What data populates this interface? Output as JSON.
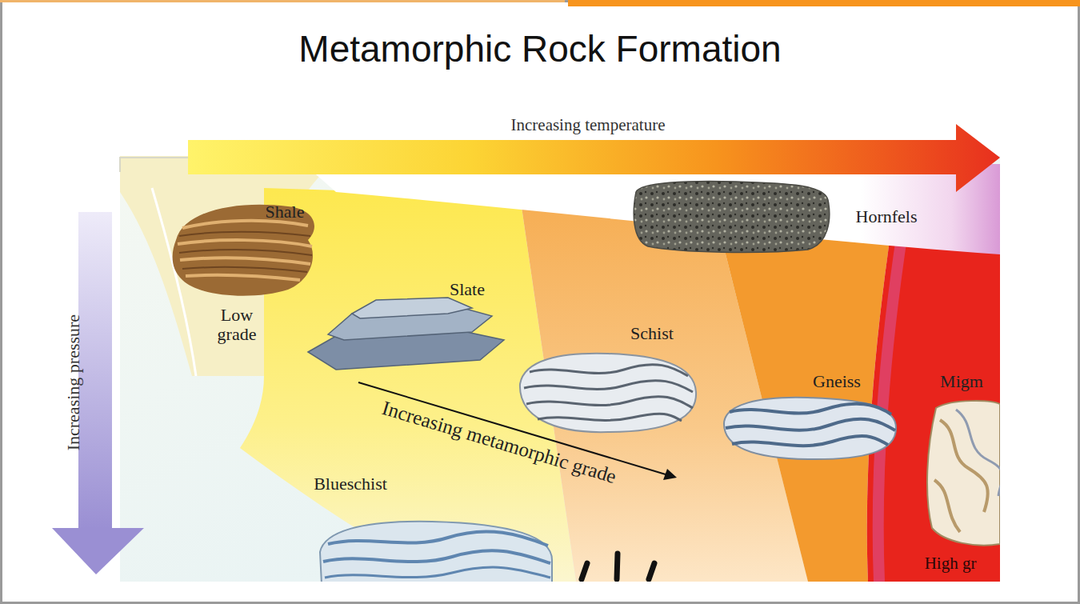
{
  "diagram": {
    "title": "Metamorphic Rock Formation",
    "labels": [
      "Increasing temperature",
      "Shale",
      "Hornfels",
      "Low grade",
      "Slate",
      "Increasing pressure",
      "Schist",
      "Increasing metamorphic grade",
      "Gneiss",
      "Migm",
      "Blueschist",
      "High gr"
    ]
  }
}
